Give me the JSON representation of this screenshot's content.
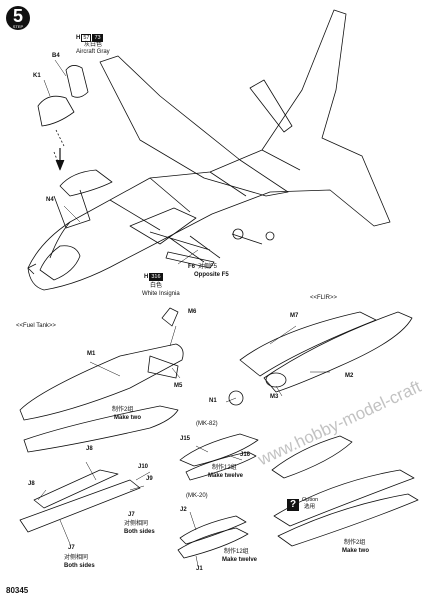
{
  "step": {
    "number": "5",
    "label": "STEP"
  },
  "paint": {
    "gray": {
      "h": "H",
      "code1": "57",
      "code2": "73",
      "name_cn": "灰白色",
      "name_en": "Aircraft Gray"
    },
    "white": {
      "h": "H",
      "code": "316",
      "name_cn": "白色",
      "name_en": "White Insignia"
    }
  },
  "parts": {
    "b4": "B4",
    "k1": "K1",
    "n4": "N4",
    "f6": "F6",
    "m6": "M6",
    "m1": "M1",
    "m5": "M5",
    "m7": "M7",
    "m2": "M2",
    "m3": "M3",
    "n1": "N1",
    "j8a": "J8",
    "j8b": "J8",
    "j10": "J10",
    "j9": "J9",
    "j7a": "J7",
    "j7b": "J7",
    "j15": "J15",
    "j16": "J16",
    "j2": "J2",
    "j1": "J1"
  },
  "notes": {
    "opposite_cn": "对侧F5",
    "opposite_en": "Opposite F5",
    "make_two_cn": "制作2组",
    "make_two_en": "Make two",
    "make_twelve_cn": "制作12组",
    "make_twelve_en": "Make twelve",
    "both_sides_cn": "对侧相同",
    "both_sides_en": "Both sides",
    "option_en": "Option",
    "option_cn": "选用",
    "make_two2_cn": "制作2组",
    "make_two2_en": "Make two"
  },
  "sections": {
    "fuel_tank": "<<Fuel Tank>>",
    "flir": "<<FLIR>>",
    "mk82": "(MK-82)",
    "mk20": "(MK-20)"
  },
  "help_glyph": "?",
  "watermark": "www.hobby-model-craft.com",
  "page_number": "80345"
}
